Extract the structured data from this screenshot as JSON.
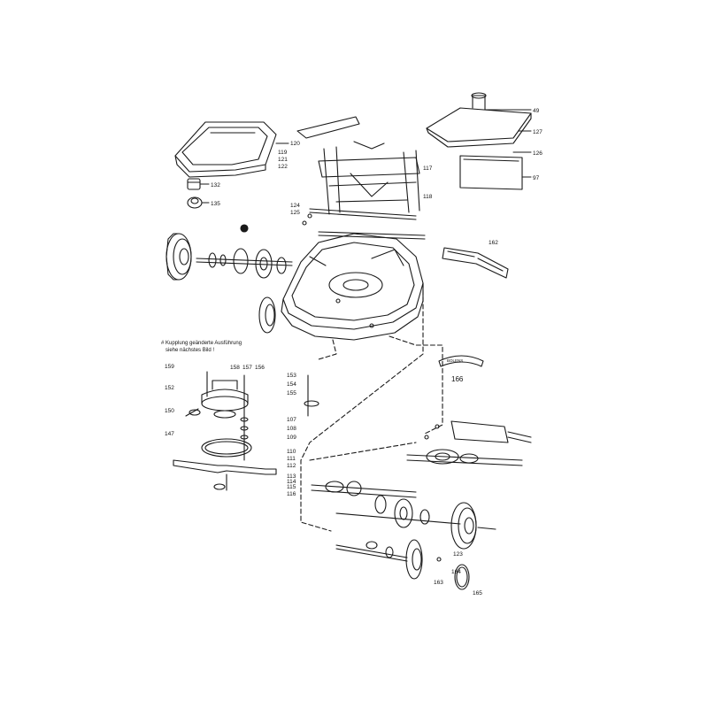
{
  "note": {
    "line1": "# Kupplung geänderte Ausführung",
    "line2": "siehe nächstes Bild !"
  },
  "callouts": {
    "grass_bag": "120",
    "top_cover_a": "49",
    "top_cover_b": "127",
    "top_cover_c": "126",
    "side_panel": "97",
    "knob_a": "132",
    "knob_b": "135",
    "strip": "162",
    "badge": "166",
    "ring": "165",
    "wheel_small_a": "164",
    "wheel_small_b": "163",
    "clutch_a": "159",
    "clutch_b": "152",
    "clutch_c": "150",
    "clutch_d": "147",
    "clutch_e": "158",
    "clutch_f": "157",
    "clutch_g": "156",
    "shaft_a": "153",
    "shaft_b": "154",
    "shaft_c": "155",
    "shaft_d": "107",
    "shaft_e": "108",
    "shaft_f": "109",
    "blade_a": "110",
    "blade_b": "111",
    "blade_c": "112",
    "blade_d": "113",
    "blade_e": "114",
    "blade_f": "115",
    "blade_g": "116",
    "frame_a": "117",
    "frame_b": "118",
    "frame_c": "119",
    "frame_d": "121",
    "frame_e": "122",
    "wheel_rear_a": "123",
    "pin_a": "124",
    "pin_b": "125"
  },
  "badge_text": "BOLENS"
}
